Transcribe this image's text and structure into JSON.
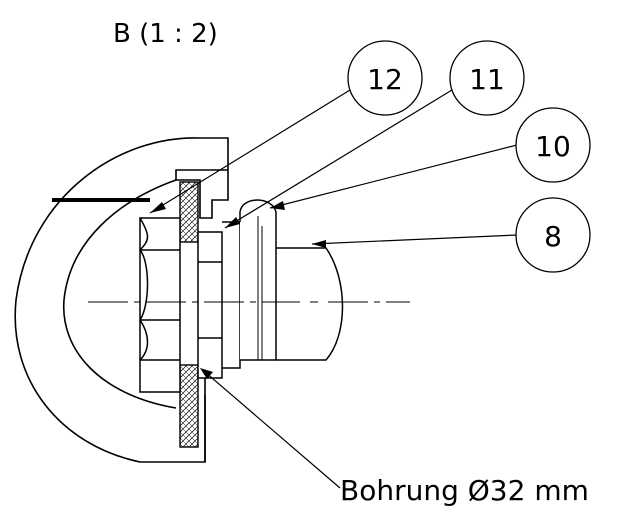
{
  "view_title": "B (1 : 2)",
  "balloons": [
    {
      "label": "12"
    },
    {
      "label": "11"
    },
    {
      "label": "10"
    },
    {
      "label": "8"
    }
  ],
  "note": "Bohrung Ø32 mm"
}
